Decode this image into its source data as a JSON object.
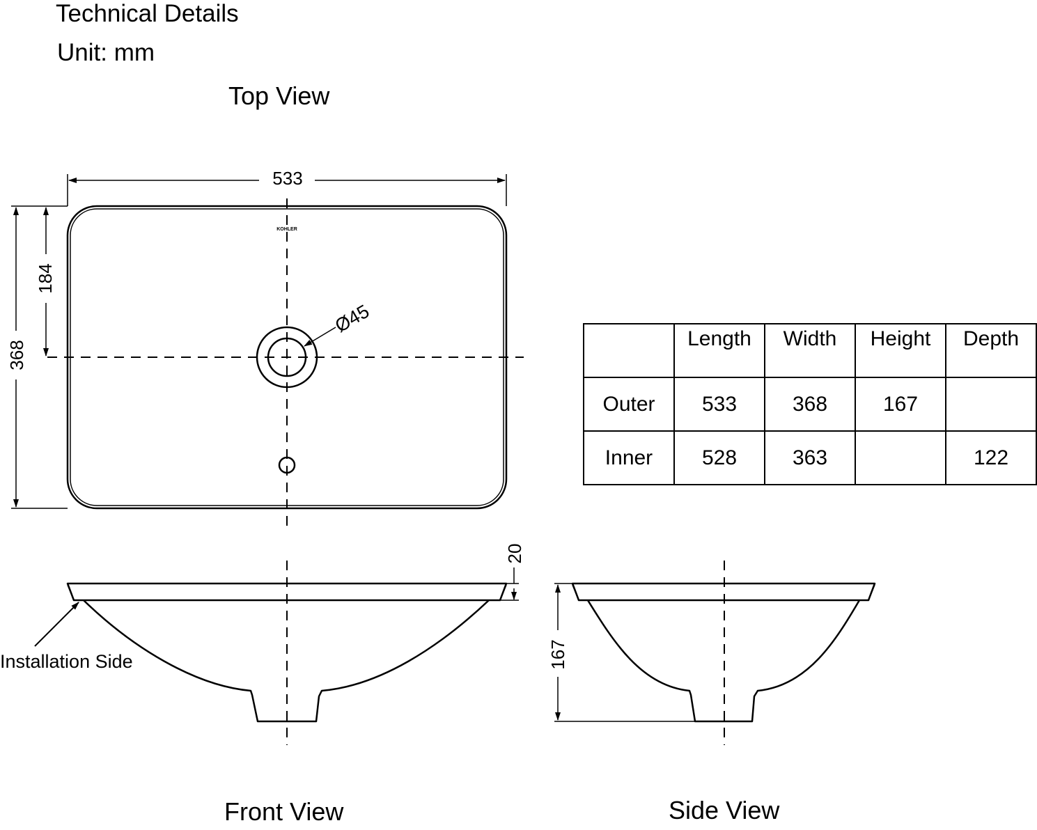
{
  "header": {
    "title": "Technical Details",
    "unit": "Unit: mm"
  },
  "views": {
    "top": "Top View",
    "front": "Front View",
    "side": "Side View"
  },
  "dimensions": {
    "top_width": "533",
    "top_height": "368",
    "top_half_height": "184",
    "drain_diameter": "Ø45",
    "rim_thickness": "20",
    "side_height": "167"
  },
  "logo_text": "KOHLER",
  "annotations": {
    "installation_side": "Installation Side"
  },
  "spec_table": {
    "columns": [
      "",
      "Length",
      "Width",
      "Height",
      "Depth"
    ],
    "rows": [
      {
        "label": "Outer",
        "length": "533",
        "width": "368",
        "height": "167",
        "depth": ""
      },
      {
        "label": "Inner",
        "length": "528",
        "width": "363",
        "height": "",
        "depth": "122"
      }
    ]
  }
}
